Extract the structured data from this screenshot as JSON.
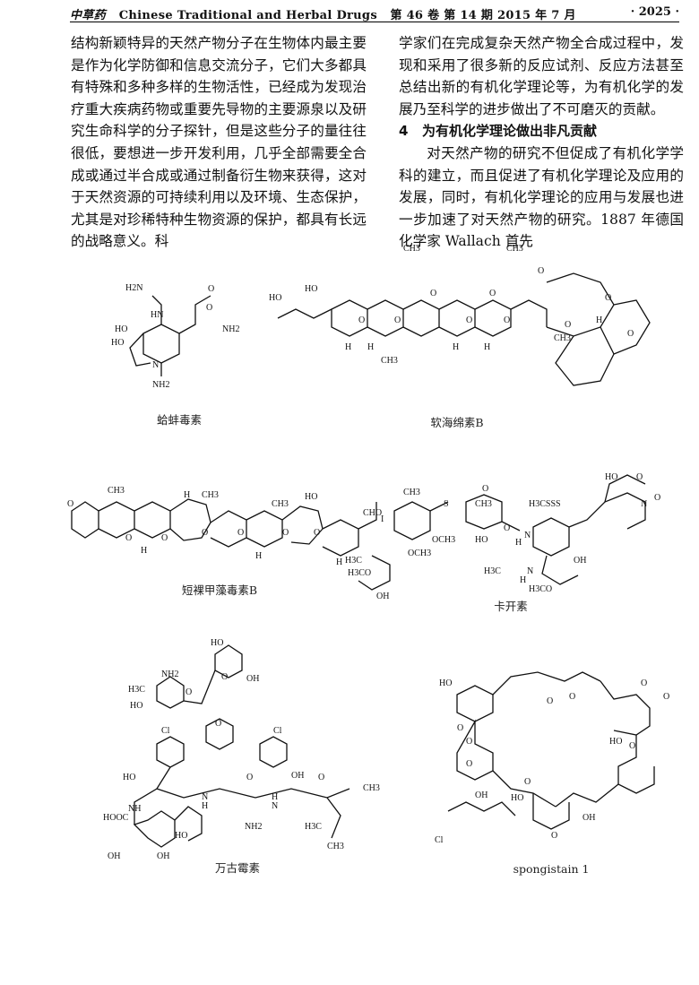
{
  "header": {
    "journal_cn": "中草药",
    "journal_en": "Chinese Traditional and Herbal Drugs",
    "issue": "第 46 卷 第 14 期 2015 年 7 月",
    "page": "· 2025 ·"
  },
  "left_column": {
    "paragraph": "结构新颖特异的天然产物分子在生物体内最主要是作为化学防御和信息交流分子，它们大多都具有特殊和多种多样的生物活性，已经成为发现治疗重大疾病药物或重要先导物的主要源泉以及研究生命科学的分子探针，但是这些分子的量往往很低，要想进一步开发利用，几乎全部需要全合成或通过半合成或通过制备衍生物来获得，这对于天然资源的可持续利用以及环境、生态保护，尤其是对珍稀特种生物资源的保护，都具有长远的战略意义。科"
  },
  "right_column": {
    "paragraph1": "学家们在完成复杂天然产物全合成过程中，发现和采用了很多新的反应试剂、反应方法甚至总结出新的有机化学理论等，为有机化学的发展乃至科学的进步做出了不可磨灭的贡献。",
    "section_number": "4",
    "section_title": "为有机化学理论做出非凡贡献",
    "paragraph2": "对天然产物的研究不但促成了有机化学学科的建立，而且促进了有机化学理论及应用的发展，同时，有机化学理论的应用与发展也进一步加速了对天然产物的研究。1887 年德国化学家 Wallach 首先"
  },
  "figures": [
    {
      "caption": "蛤蚌毒素",
      "atom_labels": [
        "H2N",
        "HN",
        "HO",
        "HO",
        "O",
        "NH2",
        "O",
        "N",
        "NH2"
      ]
    },
    {
      "caption": "软海绵素B",
      "atom_labels": [
        "HO",
        "HO",
        "H",
        "H",
        "O",
        "O",
        "O",
        "O",
        "O",
        "O",
        "H",
        "H",
        "CH3",
        "CH3",
        "CH3",
        "O",
        "O",
        "O",
        "O",
        "H",
        "CH3"
      ]
    },
    {
      "caption": "短裸甲藻毒素B",
      "atom_labels": [
        "CH3",
        "O",
        "O",
        "O",
        "H",
        "H",
        "CH3",
        "O",
        "H",
        "CH3",
        "HO",
        "CHO",
        "O",
        "H",
        "O",
        "O"
      ]
    },
    {
      "caption": "卡开素",
      "atom_labels": [
        "H3CSSS",
        "HO",
        "O",
        "N",
        "O",
        "CH3",
        "I",
        "S",
        "O",
        "CH3",
        "OCH3",
        "OCH3",
        "HO",
        "H3C",
        "H3CO",
        "OH",
        "O",
        "N",
        "H",
        "H3C",
        "H3CO",
        "OH",
        "N",
        "H"
      ]
    },
    {
      "caption": "万古霉素",
      "atom_labels": [
        "NH2",
        "H3C",
        "HO",
        "O",
        "O",
        "HO",
        "OH",
        "Cl",
        "Cl",
        "HO",
        "OH",
        "O",
        "N",
        "H",
        "HOOC",
        "NH",
        "O",
        "NH2",
        "O",
        "H",
        "N",
        "CH3",
        "H3C",
        "CH3",
        "HO",
        "OH",
        "OH"
      ]
    },
    {
      "caption": "spongistain 1",
      "atom_labels": [
        "HO",
        "O",
        "O",
        "O",
        "O",
        "O",
        "O",
        "O",
        "HO",
        "HO",
        "OH",
        "OH",
        "Cl",
        "O",
        "O",
        "O"
      ]
    }
  ]
}
